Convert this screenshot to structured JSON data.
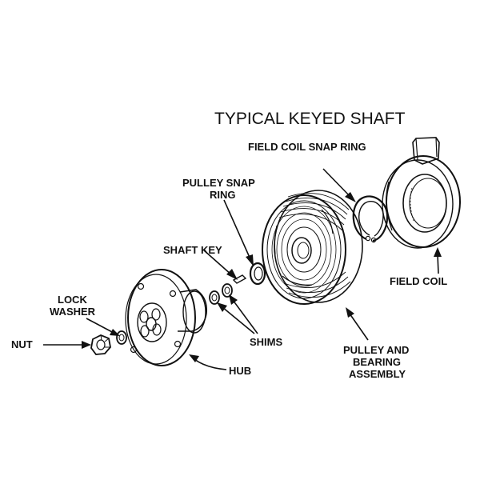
{
  "title": "TYPICAL KEYED SHAFT",
  "labels": {
    "field_coil_snap_ring": "FIELD COIL SNAP RING",
    "pulley_snap_ring_1": "PULLEY SNAP",
    "pulley_snap_ring_2": "RING",
    "shaft_key": "SHAFT KEY",
    "lock_washer_1": "LOCK",
    "lock_washer_2": "WASHER",
    "nut": "NUT",
    "shims": "SHIMS",
    "hub": "HUB",
    "pulley_bearing_1": "PULLEY AND",
    "pulley_bearing_2": "BEARING",
    "pulley_bearing_3": "ASSEMBLY",
    "field_coil": "FIELD COIL"
  }
}
